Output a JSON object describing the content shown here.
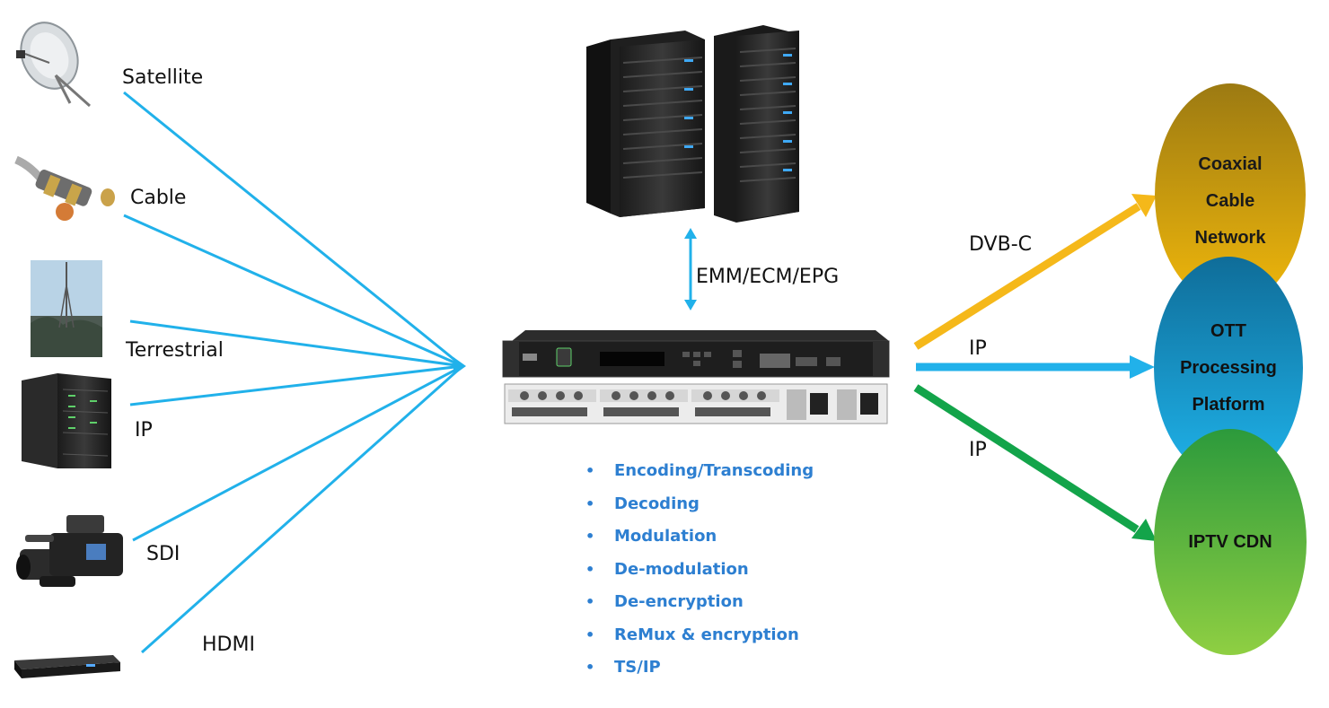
{
  "sources": [
    {
      "label": "Satellite",
      "icon": "satellite-dish-icon"
    },
    {
      "label": "Cable",
      "icon": "coaxial-connector-icon"
    },
    {
      "label": "Terrestrial",
      "icon": "broadcast-tower-icon"
    },
    {
      "label": "IP",
      "icon": "server-rack-icon"
    },
    {
      "label": "SDI",
      "icon": "video-camera-icon"
    },
    {
      "label": "HDMI",
      "icon": "set-top-box-icon"
    }
  ],
  "server_link_label": "EMM/ECM/EPG",
  "functions": [
    "Encoding/Transcoding",
    "Decoding",
    "Modulation",
    "De-modulation",
    "De-encryption",
    "ReMux & encryption",
    "TS/IP"
  ],
  "outputs": [
    {
      "link_label": "DVB-C",
      "lines": [
        "Coaxial",
        "Cable",
        "Network"
      ],
      "color": "#f2b705"
    },
    {
      "link_label": "IP",
      "lines": [
        "OTT",
        "Processing",
        "Platform"
      ],
      "color": "#1aa9e6"
    },
    {
      "link_label": "IP",
      "lines": [
        "IPTV CDN"
      ],
      "color": "#1fae4b"
    }
  ],
  "colors": {
    "input_line": "#21b1ea",
    "arrow_dvbc": "#f5b81a",
    "arrow_ott": "#21b1ea",
    "arrow_iptv": "#13a44a",
    "text_blue": "#2d7fd1"
  }
}
